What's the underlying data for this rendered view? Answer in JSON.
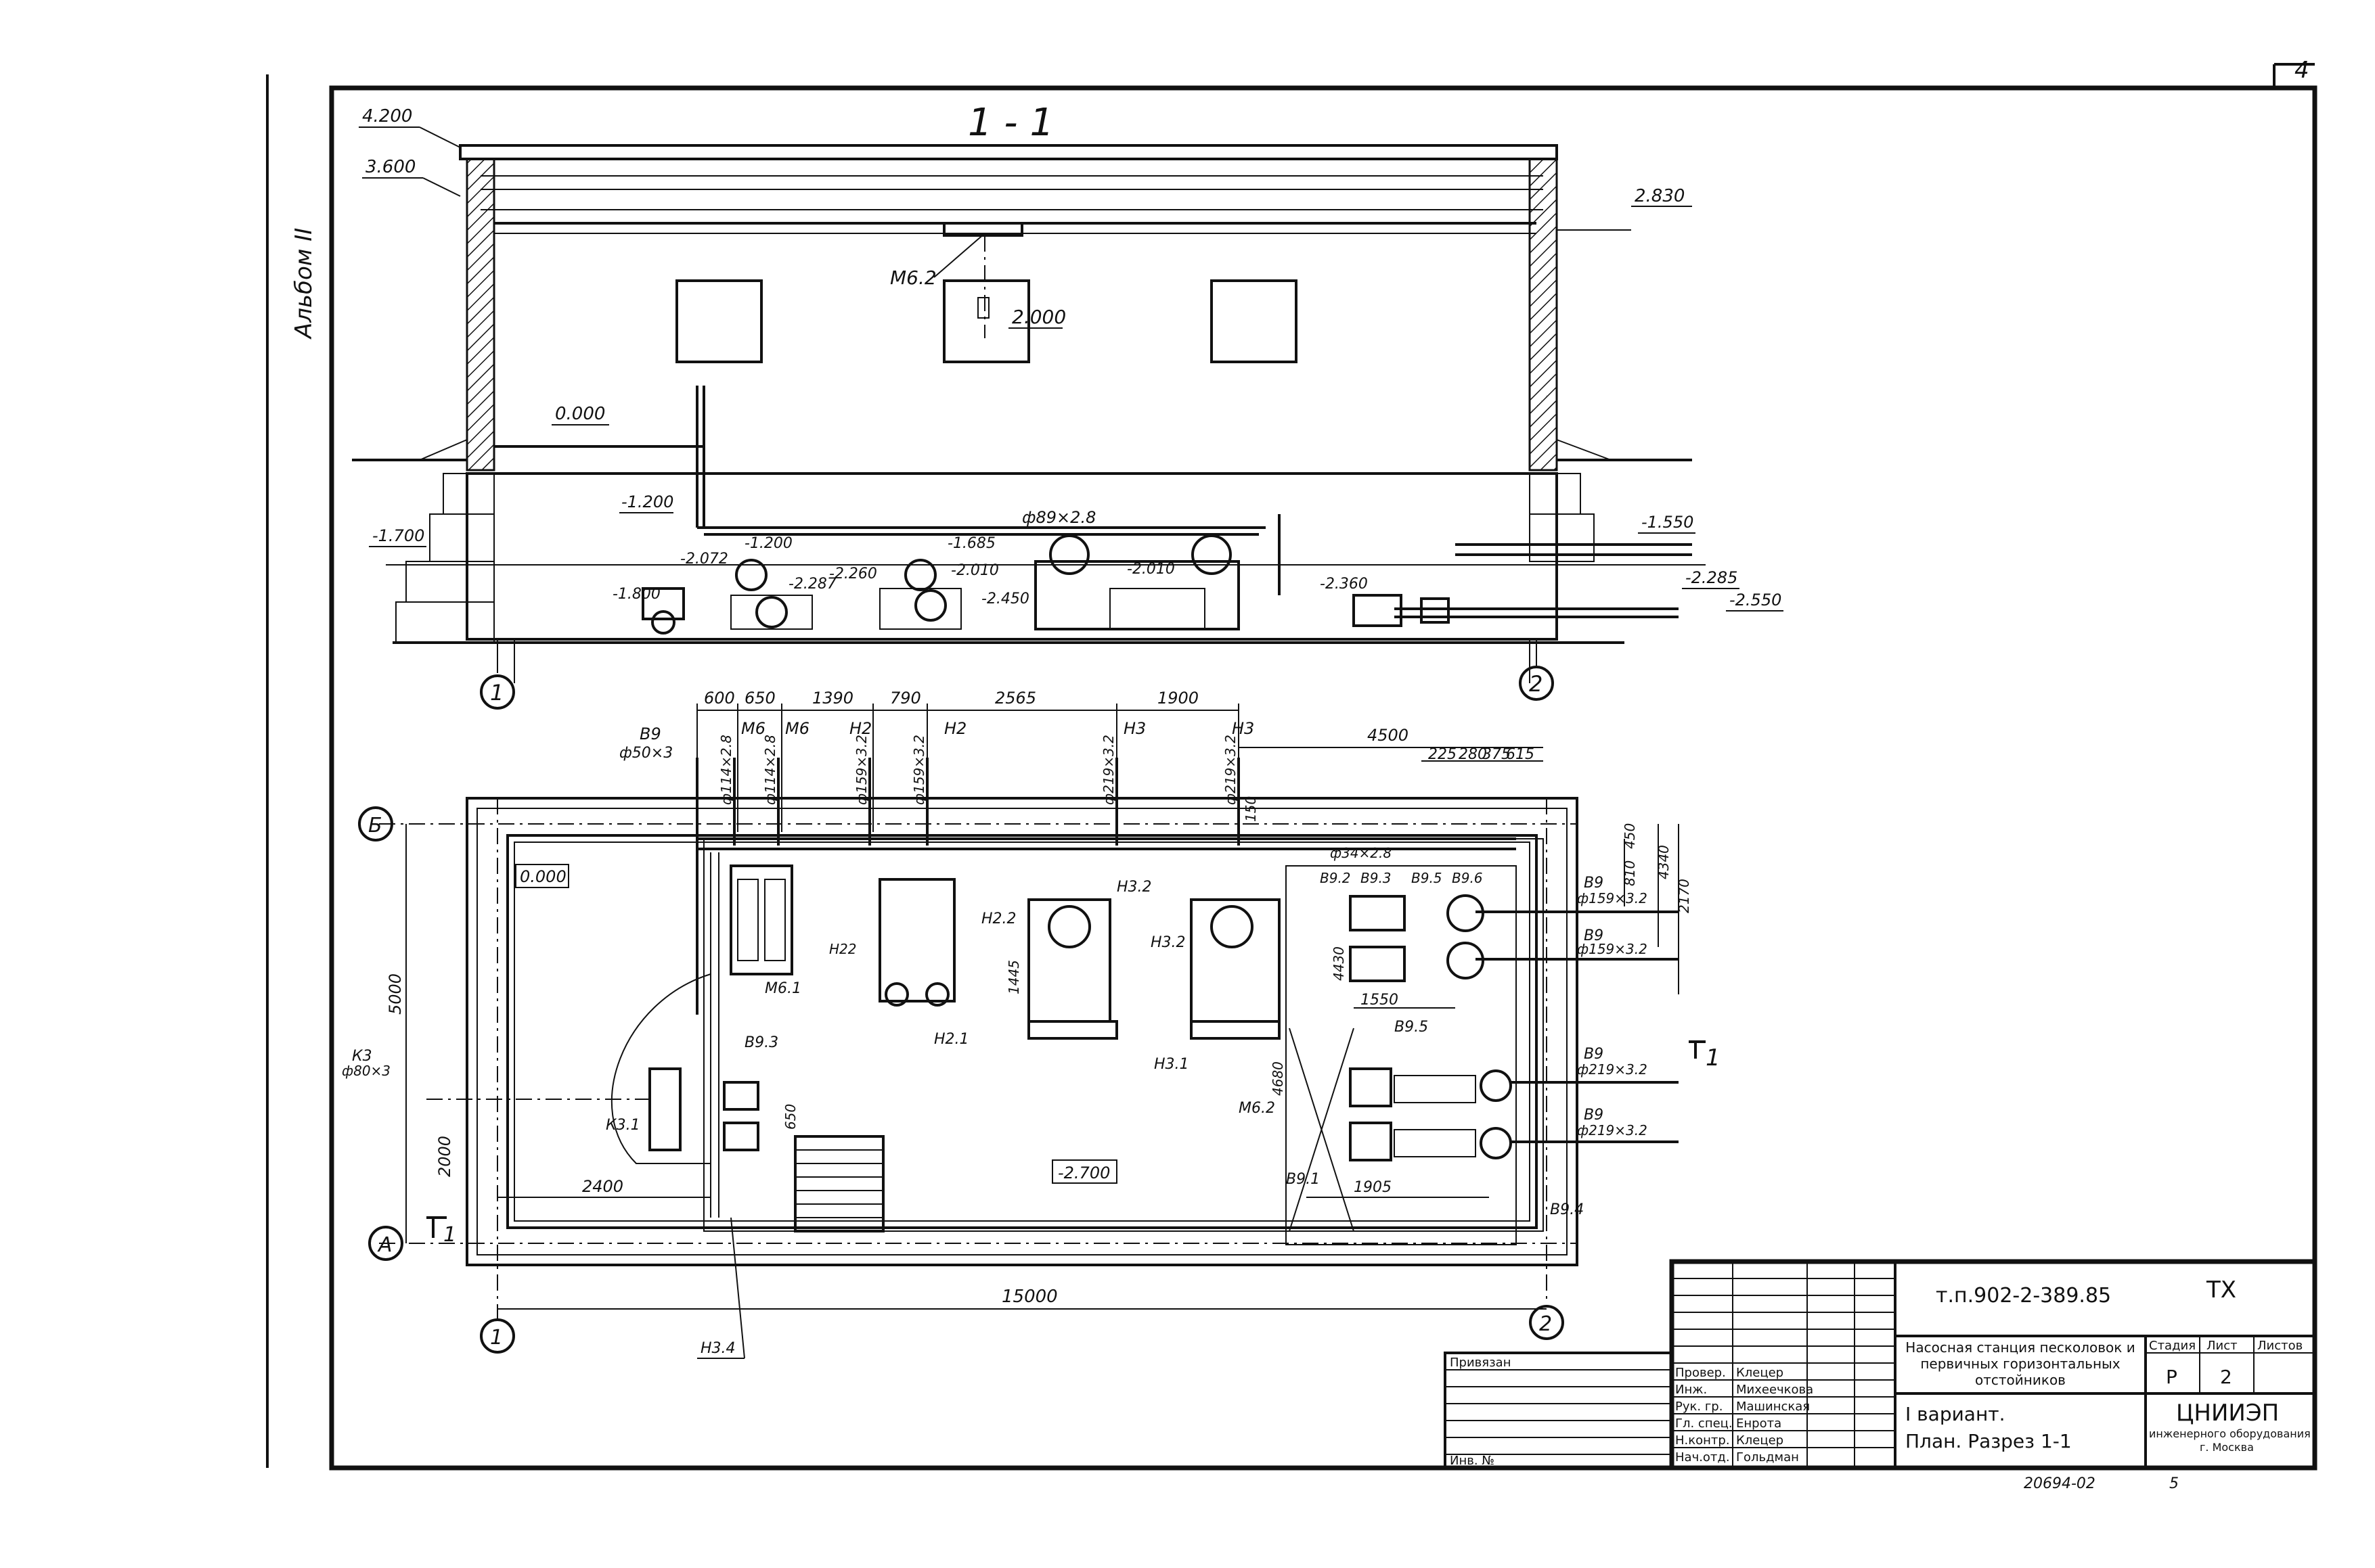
{
  "sheet_number": "4",
  "album_label": "Альбом II",
  "section": {
    "title": "1 - 1",
    "levels": {
      "roof": "4.200",
      "eave": "3.600",
      "crane": "2.830",
      "hoist_axis": "2.000",
      "ground": "0.000",
      "l_1200": "-1.200",
      "l_1700": "-1.700",
      "l_2072": "-2.072",
      "l_1200b": "-1.200",
      "l_2287": "-2.287",
      "l_2260": "-2.260",
      "l_1685": "-1.685",
      "l_2010": "-2.010",
      "l_2450": "-2.450",
      "l_2010b": "-2.010",
      "l_2360": "-2.360",
      "l_1550": "-1.550",
      "l_2285": "-2.285",
      "l_2550": "-2.550",
      "l_1800": "-1.800"
    },
    "labels": {
      "hoist": "М6.2",
      "pipe": "ф89×2.8"
    },
    "axes": [
      "1",
      "2"
    ]
  },
  "plan": {
    "dims_top": [
      "600",
      "650",
      "1390",
      "790",
      "2565",
      "1900"
    ],
    "dim_4500": "4500",
    "dims_right_top": [
      "225",
      "280",
      "375",
      "615"
    ],
    "dim_15000": "15000",
    "dims_left": [
      "5000",
      "2000"
    ],
    "dim_2400": "2400",
    "dims_right": [
      "450",
      "810",
      "4340",
      "2170"
    ],
    "dim_1550": "1550",
    "dim_1905": "1905",
    "level_floor_upper": "0.000",
    "level_floor_pit": "-2.700",
    "axes_rows": [
      "Б",
      "А"
    ],
    "axes_cols": [
      "1",
      "2"
    ],
    "section_mark": "1",
    "riser_labels": [
      "В9",
      "М6",
      "М6",
      "Н2",
      "Н2",
      "Н3",
      "Н3"
    ],
    "riser_pipes": [
      "ф50×3",
      "ф114×2.8",
      "ф114×2.8",
      "ф159×3.2",
      "ф159×3.2",
      "ф219×3.2",
      "ф219×3.2"
    ],
    "equipment_labels": [
      "М6.1",
      "Н2.1",
      "Н2.2",
      "Н3.1",
      "Н3.2",
      "Н3.2",
      "В9.3",
      "К3.1",
      "М6.2",
      "В9.1",
      "В9.4",
      "В9.5",
      "Н3.4",
      "В9.2",
      "В9.3",
      "В9.5",
      "В9.6"
    ],
    "inner_labels": [
      "ф34×2.8",
      "150",
      "Н22",
      "1445",
      "4430",
      "4680",
      "650"
    ],
    "right_pipes": [
      {
        "name": "В9",
        "pipe": "ф159×3.2"
      },
      {
        "name": "В9",
        "pipe": "ф159×3.2"
      },
      {
        "name": "В9",
        "pipe": "ф219×3.2"
      },
      {
        "name": "В9",
        "pipe": "ф219×3.2"
      }
    ],
    "left_inlet": {
      "name": "К3",
      "pipe": "ф80×3"
    },
    "mark_1": "1"
  },
  "title_block": {
    "doc_code": "т.п.902-2-389.85",
    "tx": "ТХ",
    "project_title": "Насосная станция песколовок и первичных горизонтальных отстойников",
    "sheet_title_line1": "I вариант.",
    "sheet_title_line2": "План. Разрез 1-1",
    "stage_header": "Стадия",
    "sheet_header": "Лист",
    "sheets_header": "Листов",
    "stage": "Р",
    "sheet": "2",
    "org_name": "ЦНИИЭП",
    "org_sub": "инженерного оборудования",
    "org_city": "г. Москва",
    "privyazan": "Привязан",
    "inv": "Инв. №",
    "roles": [
      {
        "role": "Провер.",
        "name": "Клецер"
      },
      {
        "role": "Инж.",
        "name": "Михеечкова"
      },
      {
        "role": "Рук. гр.",
        "name": "Машинская"
      },
      {
        "role": "Гл. спец.",
        "name": "Енрота"
      },
      {
        "role": "Н.контр.",
        "name": "Клецер"
      },
      {
        "role": "Нач.отд.",
        "name": "Гольдман"
      }
    ],
    "bottom_number": "20694-02",
    "bottom_page": "5"
  }
}
